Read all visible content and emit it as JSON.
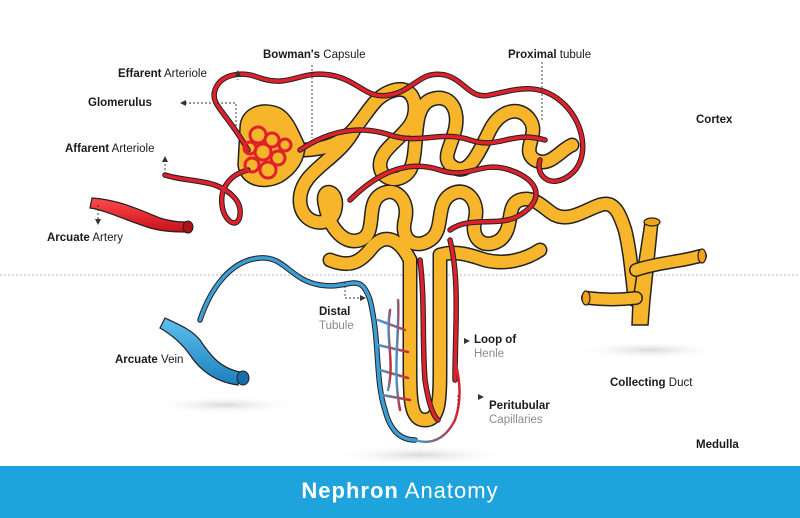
{
  "title": {
    "bold": "Nephron",
    "light": "Anatomy"
  },
  "zones": {
    "cortex": "Cortex",
    "medulla": "Medulla"
  },
  "labels": {
    "bowmans": {
      "bold": "Bowman's",
      "light": "Capsule"
    },
    "proximal": {
      "bold": "Proximal",
      "light": "tubule"
    },
    "efferent": {
      "bold": "Effarent",
      "light": "Arteriole"
    },
    "glomerulus": {
      "bold": "Glomerulus"
    },
    "afferent": {
      "bold": "Affarent",
      "light": "Arteriole"
    },
    "arcuate_artery": {
      "bold": "Arcuate",
      "light": "Artery"
    },
    "arcuate_vein": {
      "bold": "Arcuate",
      "light": "Vein"
    },
    "distal": {
      "bold": "Distal",
      "light": "Tubule"
    },
    "loop": {
      "bold": "Loop of",
      "light": "Henle"
    },
    "peritubular": {
      "bold": "Peritubular",
      "light": "Capillaries"
    },
    "collecting": {
      "bold": "Collecting",
      "light": "Duct"
    }
  },
  "colors": {
    "artery": "#e0202a",
    "vein": "#3a9fd6",
    "tubule": "#f7b52b",
    "tubule_outline": "#222222",
    "banner": "#1fa3dc"
  }
}
